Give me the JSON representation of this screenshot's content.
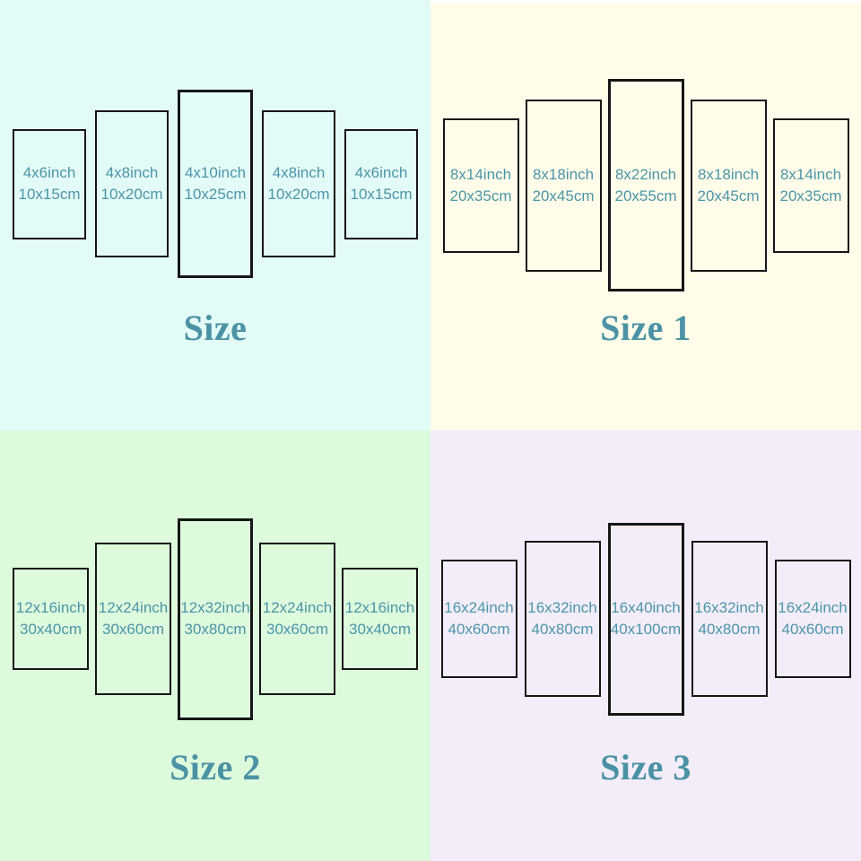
{
  "page": {
    "description": "Canvas wall art 5-panel size chart with four size options"
  },
  "colors": {
    "q1_bg": "#e3fbf7",
    "q2_bg": "#fffdea",
    "q3_bg": "#ddfadd",
    "q4_bg": "#f3edf9",
    "panel_border": "#161616",
    "panel_text": "#4c95a8",
    "title_text": "#4b92a4",
    "top_edge_strip": "#ffffff"
  },
  "quadrants": [
    {
      "title": "Size",
      "panels": [
        {
          "inch": "4x6inch",
          "cm": "10x15cm"
        },
        {
          "inch": "4x8inch",
          "cm": "10x20cm"
        },
        {
          "inch": "4x10inch",
          "cm": "10x25cm"
        },
        {
          "inch": "4x8inch",
          "cm": "10x20cm"
        },
        {
          "inch": "4x6inch",
          "cm": "10x15cm"
        }
      ]
    },
    {
      "title": "Size 1",
      "panels": [
        {
          "inch": "8x14inch",
          "cm": "20x35cm"
        },
        {
          "inch": "8x18inch",
          "cm": "20x45cm"
        },
        {
          "inch": "8x22inch",
          "cm": "20x55cm"
        },
        {
          "inch": "8x18inch",
          "cm": "20x45cm"
        },
        {
          "inch": "8x14inch",
          "cm": "20x35cm"
        }
      ]
    },
    {
      "title": "Size 2",
      "panels": [
        {
          "inch": "12x16inch",
          "cm": "30x40cm"
        },
        {
          "inch": "12x24inch",
          "cm": "30x60cm"
        },
        {
          "inch": "12x32inch",
          "cm": "30x80cm"
        },
        {
          "inch": "12x24inch",
          "cm": "30x60cm"
        },
        {
          "inch": "12x16inch",
          "cm": "30x40cm"
        }
      ]
    },
    {
      "title": "Size 3",
      "panels": [
        {
          "inch": "16x24inch",
          "cm": "40x60cm"
        },
        {
          "inch": "16x32inch",
          "cm": "40x80cm"
        },
        {
          "inch": "16x40inch",
          "cm": "40x100cm"
        },
        {
          "inch": "16x32inch",
          "cm": "40x80cm"
        },
        {
          "inch": "16x24inch",
          "cm": "40x60cm"
        }
      ]
    }
  ]
}
